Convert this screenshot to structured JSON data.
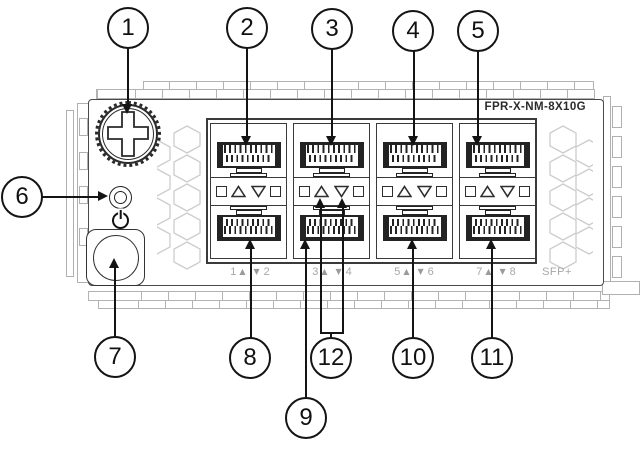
{
  "device": {
    "product_label": "FPR-X-NM-8X10G",
    "port_type_label": "SFP+",
    "description": "Network module faceplate diagram with numbered callouts"
  },
  "port_groups": [
    {
      "left_port": "1",
      "right_port": "2"
    },
    {
      "left_port": "3",
      "right_port": "4"
    },
    {
      "left_port": "5",
      "right_port": "6"
    },
    {
      "left_port": "7",
      "right_port": "8"
    }
  ],
  "glyphs": {
    "up_triangle": "▲",
    "down_triangle": "▼"
  },
  "callouts": [
    "1",
    "2",
    "3",
    "4",
    "5",
    "6",
    "7",
    "8",
    "9",
    "10",
    "11",
    "12"
  ],
  "icons": {
    "screw": "phillips-thumbscrew-icon",
    "power_led": "power-led-icon",
    "power_symbol": "standby-power-icon",
    "handle": "extraction-knob-icon",
    "port_leds": [
      "square-led",
      "triangle-up-led",
      "triangle-down-led",
      "square-led"
    ]
  },
  "colors": {
    "line_black": "#141414",
    "panel_line": "#4a4a4a",
    "port_line": "#232323",
    "muted_label": "#a7a7a7",
    "vent_line": "#cccccc",
    "rail_line": "#b3b3b3",
    "background": "#ffffff"
  }
}
